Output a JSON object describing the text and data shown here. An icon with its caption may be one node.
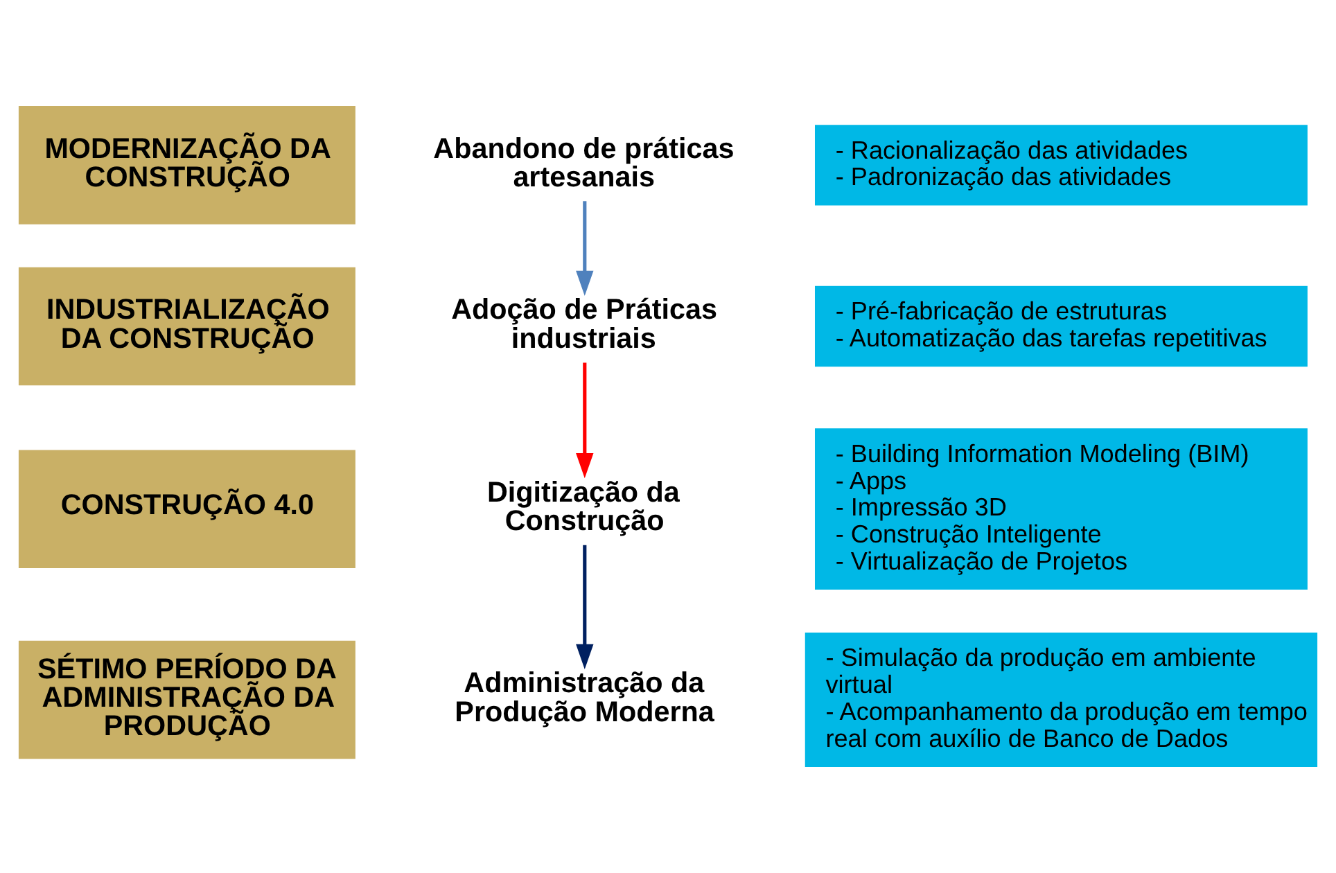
{
  "diagram": {
    "nodes": [
      {
        "text": [
          "MODERNIZAÇÃO DA CONSTRUÇÃO"
        ]
      },
      {
        "text": [
          "Abandono de práticas artesanais"
        ]
      },
      {
        "text": [
          "- Racionalização das atividades",
          "- Padronização das atividades"
        ]
      },
      {
        "text": [
          "INDUSTRIALIZAÇÃO DA CONSTRUÇÃO"
        ]
      },
      {
        "text": [
          "Adoção de Práticas industriais"
        ]
      },
      {
        "text": [
          "- Pré-fabricação de estruturas",
          "- Automatização das tarefas repetitivas"
        ]
      },
      {
        "text": [
          "CONSTRUÇÃO 4.0"
        ]
      },
      {
        "text": [
          "Digitização da Construção"
        ]
      },
      {
        "text": [
          "- Building Information Modeling (BIM)",
          "- Apps",
          "- Impressão 3D",
          "- Construção Inteligente",
          "- Virtualização de Projetos"
        ]
      },
      {
        "text": [
          "SÉTIMO PERÍODO DA ADMINISTRAÇÃO DA PRODUÇÃO"
        ]
      },
      {
        "text": [
          "Administração da Produção Moderna"
        ]
      },
      {
        "text": [
          "- Simulação da produção em ambiente virtual",
          "- Acompanhamento da produção em tempo real com auxílio de Banco de Dados"
        ]
      }
    ],
    "edges": [
      {
        "from": 1,
        "to": 4,
        "arrow": "to",
        "color": "#4f81bd"
      },
      {
        "from": 4,
        "to": 7,
        "arrow": "to",
        "color": "#ff0000"
      },
      {
        "from": 7,
        "to": 10,
        "arrow": "to",
        "color": "#002060"
      }
    ]
  }
}
